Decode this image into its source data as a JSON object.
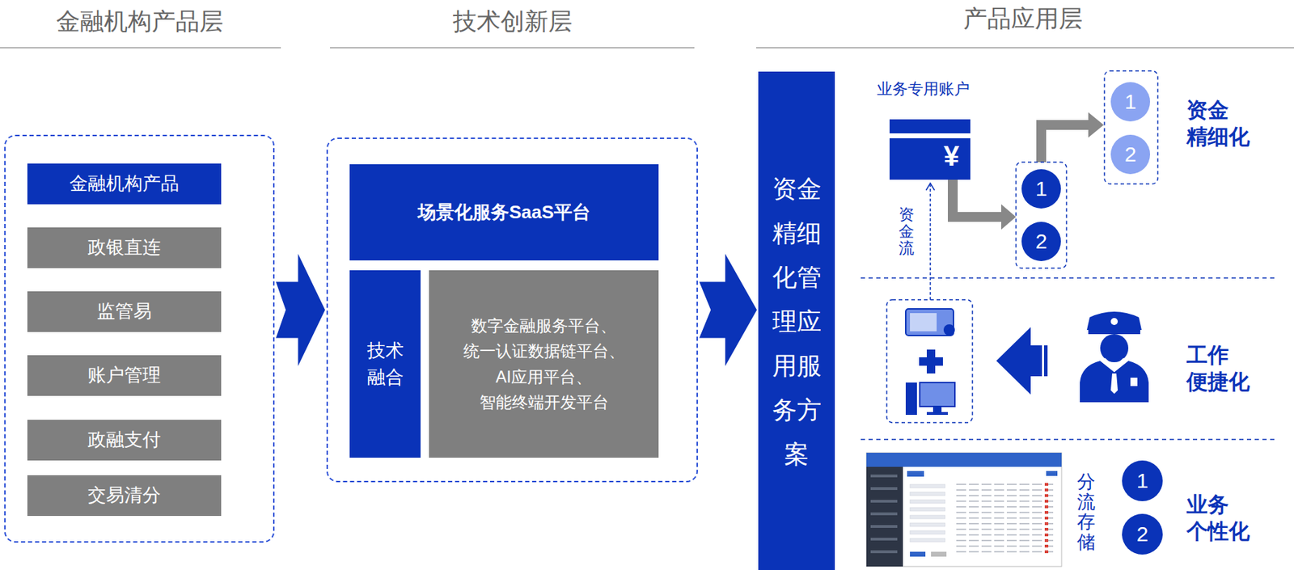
{
  "diagram": {
    "nodes": [
      {
        "text": [
          "金融机构产品层"
        ]
      },
      {
        "text": [
          "金融机构产品"
        ],
        "in": 0
      },
      {
        "text": [
          "政银直连"
        ],
        "in": 0
      },
      {
        "text": [
          "监管易"
        ],
        "in": 0
      },
      {
        "text": [
          "账户管理"
        ],
        "in": 0
      },
      {
        "text": [
          "政融支付"
        ],
        "in": 0
      },
      {
        "text": [
          "交易清分"
        ],
        "in": 0
      },
      {
        "text": [
          "技术创新层"
        ]
      },
      {
        "text": [
          "场景化服务SaaS平台"
        ],
        "in": 7
      },
      {
        "text": [
          "技术 融合"
        ],
        "in": 7
      },
      {
        "text": [
          "数字金融服务平台、 统一认证数据链平台、 AI应用平台、 智能终端开发平台"
        ],
        "in": 7
      },
      {
        "text": [
          "资金精细化管理应用服务方案"
        ]
      },
      {
        "text": [
          "1"
        ]
      },
      {
        "text": [
          "2"
        ]
      },
      {
        "text": [
          "1"
        ]
      },
      {
        "text": [
          "2"
        ]
      },
      {
        "text": [
          "1"
        ]
      },
      {
        "text": [
          "2"
        ]
      }
    ],
    "edges": [
      {
        "from": 0,
        "to": 7,
        "arrow": "to"
      },
      {
        "from": 7,
        "to": 11,
        "arrow": "to"
      }
    ],
    "labels": [
      "产品应用层",
      "业务专用账户",
      "¥",
      "资金流",
      "资金 精细化",
      "工作 便捷化",
      "分流存储",
      "业务 个性化"
    ]
  }
}
